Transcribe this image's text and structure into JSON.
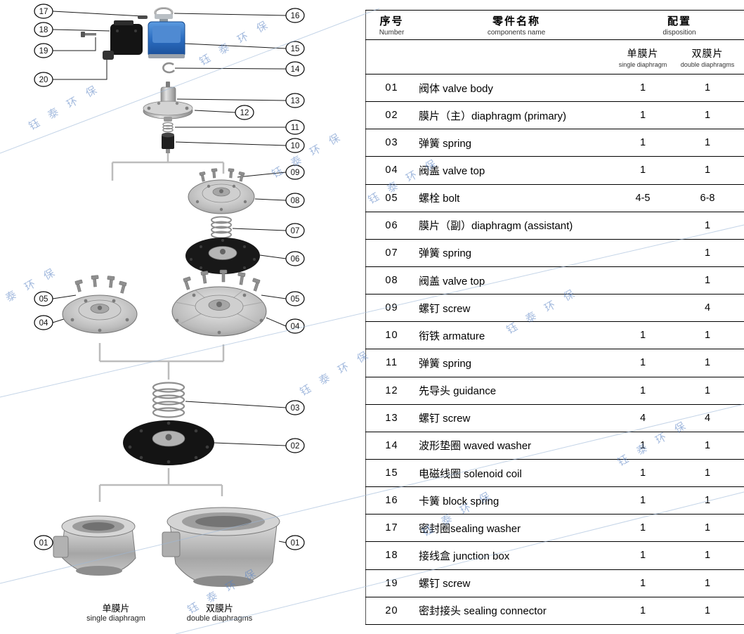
{
  "watermark": {
    "text": "钰 泰 环 保"
  },
  "diagram": {
    "callout_labels": {
      "01": "01",
      "02": "02",
      "03": "03",
      "04": "04",
      "05": "05",
      "06": "06",
      "07": "07",
      "08": "08",
      "09": "09",
      "10": "10",
      "11": "11",
      "12": "12",
      "13": "13",
      "14": "14",
      "15": "15",
      "16": "16",
      "17": "17",
      "18": "18",
      "19": "19",
      "20": "20"
    },
    "bottom_labels": {
      "single_zh": "单膜片",
      "single_en": "single diaphragm",
      "double_zh": "双膜片",
      "double_en": "double diaphragms"
    }
  },
  "table": {
    "header": {
      "number_zh": "序号",
      "number_en": "Number",
      "name_zh": "零件名称",
      "name_en": "components name",
      "disposition_zh": "配置",
      "disposition_en": "disposition",
      "single_zh": "单膜片",
      "single_en": "single diaphragm",
      "double_zh": "双膜片",
      "double_en": "double diaphragms"
    },
    "rows": [
      {
        "num": "01",
        "name": "阀体 valve body",
        "single": "1",
        "double": "1"
      },
      {
        "num": "02",
        "name": "膜片（主）diaphragm (primary)",
        "single": "1",
        "double": "1"
      },
      {
        "num": "03",
        "name": "弹簧 spring",
        "single": "1",
        "double": "1"
      },
      {
        "num": "04",
        "name": "阀盖 valve top",
        "single": "1",
        "double": "1"
      },
      {
        "num": "05",
        "name": "螺栓 bolt",
        "single": "4-5",
        "double": "6-8"
      },
      {
        "num": "06",
        "name": "膜片（副）diaphragm (assistant)",
        "single": "",
        "double": "1"
      },
      {
        "num": "07",
        "name": "弹簧 spring",
        "single": "",
        "double": "1"
      },
      {
        "num": "08",
        "name": "阀盖 valve top",
        "single": "",
        "double": "1"
      },
      {
        "num": "09",
        "name": "螺钉 screw",
        "single": "",
        "double": "4"
      },
      {
        "num": "10",
        "name": "衔铁 armature",
        "single": "1",
        "double": "1"
      },
      {
        "num": "11",
        "name": "弹簧 spring",
        "single": "1",
        "double": "1"
      },
      {
        "num": "12",
        "name": "先导头 guidance",
        "single": "1",
        "double": "1"
      },
      {
        "num": "13",
        "name": "螺钉 screw",
        "single": "4",
        "double": "4"
      },
      {
        "num": "14",
        "name": "波形垫圈 waved washer",
        "single": "1",
        "double": "1"
      },
      {
        "num": "15",
        "name": "电磁线圈 solenoid coil",
        "single": "1",
        "double": "1"
      },
      {
        "num": "16",
        "name": "卡簧 block spring",
        "single": "1",
        "double": "1"
      },
      {
        "num": "17",
        "name": "密封圈sealing washer",
        "single": "1",
        "double": "1"
      },
      {
        "num": "18",
        "name": "接线盒 junction box",
        "single": "1",
        "double": "1"
      },
      {
        "num": "19",
        "name": "螺钉 screw",
        "single": "1",
        "double": "1"
      },
      {
        "num": "20",
        "name": "密封接头 sealing connector",
        "single": "1",
        "double": "1"
      }
    ]
  }
}
